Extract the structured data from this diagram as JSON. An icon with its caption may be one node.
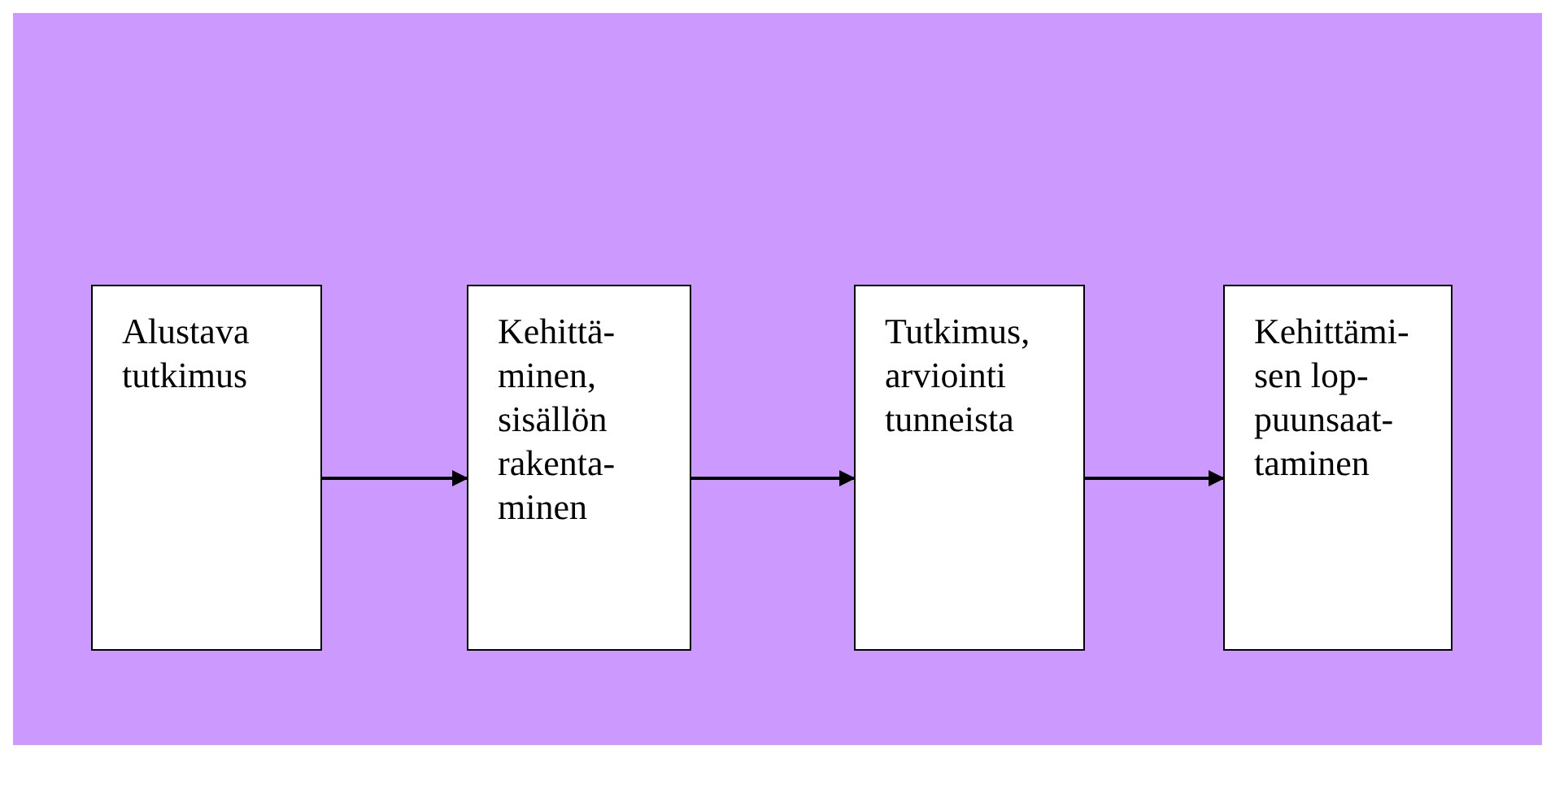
{
  "diagram": {
    "nodes": [
      {
        "text": [
          "Alustava tutkimus"
        ]
      },
      {
        "text": [
          "Kehittä- minen, sisällön rakenta- minen"
        ]
      },
      {
        "text": [
          "Tutkimus, arviointi tunneista"
        ]
      },
      {
        "text": [
          "Kehittämi- sen lop- puunsaat- taminen"
        ]
      }
    ],
    "edges": [
      {
        "from": 0,
        "to": 1,
        "arrow": "to"
      },
      {
        "from": 1,
        "to": 2,
        "arrow": "to"
      },
      {
        "from": 2,
        "to": 3,
        "arrow": "to"
      }
    ]
  }
}
